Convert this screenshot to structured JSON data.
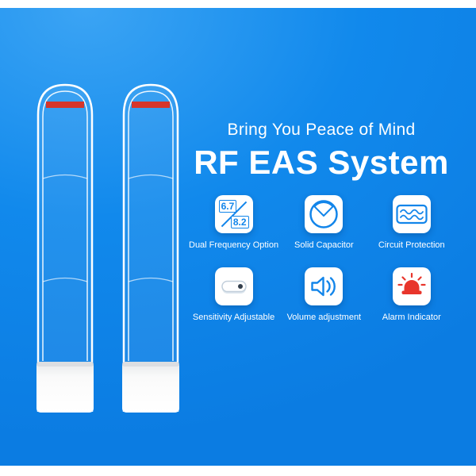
{
  "hero": {
    "tagline": "Bring You Peace of Mind",
    "title": "RF EAS System"
  },
  "features": [
    {
      "label": "Dual Frequency Option",
      "icon": "dual-frequency-icon",
      "freq_top": "6.7",
      "freq_bottom": "8.2"
    },
    {
      "label": "Solid Capacitor",
      "icon": "solid-capacitor-icon"
    },
    {
      "label": "Circuit Protection",
      "icon": "circuit-protection-icon"
    },
    {
      "label": "Sensitivity Adjustable",
      "icon": "sensitivity-adjustable-icon"
    },
    {
      "label": "Volume adjustment",
      "icon": "volume-adjustment-icon"
    },
    {
      "label": "Alarm Indicator",
      "icon": "alarm-indicator-icon"
    }
  ],
  "colors": {
    "background_blue": "#1189ec",
    "icon_blue": "#1285ea",
    "stripe_red": "#d6352b",
    "alarm_red": "#e8352b",
    "text_white": "#ffffff"
  }
}
